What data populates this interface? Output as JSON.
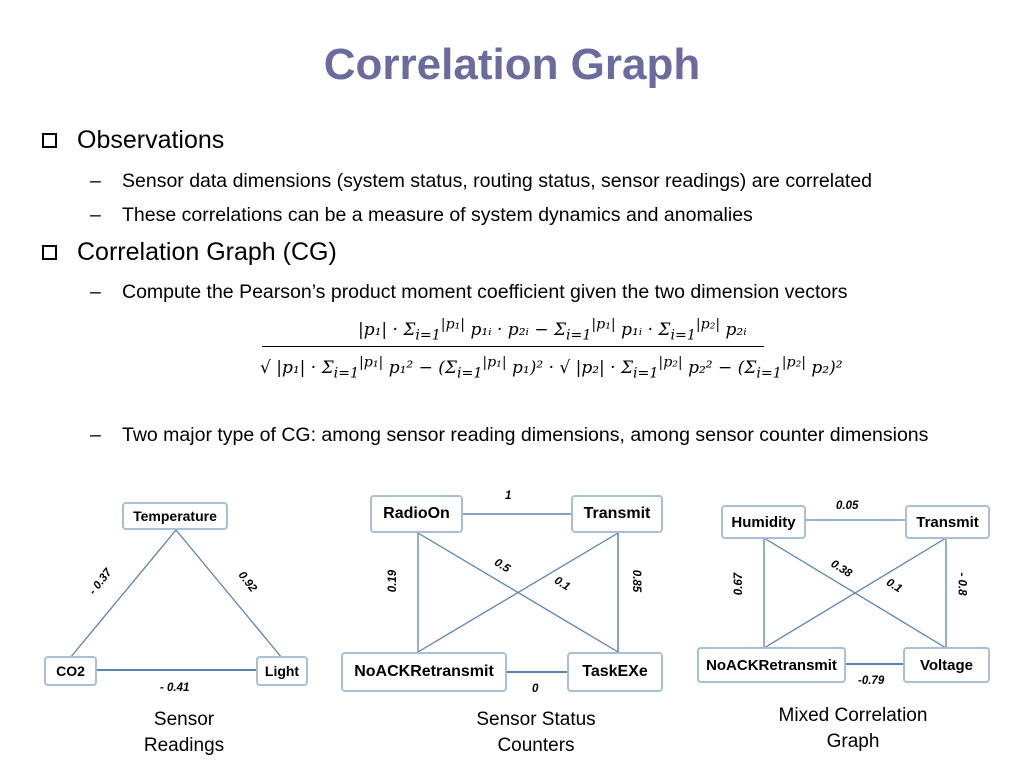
{
  "title": "Correlation Graph",
  "bullets": [
    {
      "label": "Observations",
      "subs": [
        "Sensor data dimensions (system status, routing status, sensor readings) are correlated",
        "These correlations can be a measure of system dynamics and anomalies"
      ]
    },
    {
      "label": "Correlation Graph (CG)",
      "subs": [
        "Compute the Pearson’s product moment coefficient given the two dimension vectors",
        "Two major type of CG:  among sensor reading dimensions, among sensor counter dimensions"
      ]
    }
  ],
  "dash": "–",
  "graphs": [
    {
      "caption": [
        "Sensor",
        "Readings"
      ],
      "nodes": [
        "Temperature",
        "CO2",
        "Light"
      ],
      "edges": [
        "- 0.37",
        "0.92",
        "- 0.41"
      ]
    },
    {
      "caption": [
        "Sensor Status",
        "Counters"
      ],
      "nodes": [
        "RadioOn",
        "Transmit",
        "NoACKRetransmit",
        "TaskEXe"
      ],
      "edges": [
        "1",
        "0.19",
        "0.5",
        "0.1",
        "0.85",
        "0"
      ]
    },
    {
      "caption": [
        "Mixed Correlation",
        "Graph"
      ],
      "nodes": [
        "Humidity",
        "Transmit",
        "NoACKRetransmit",
        "Voltage"
      ],
      "edges": [
        "0.05",
        "0.67",
        "0.38",
        "0.1",
        "- 0.8",
        "-0.79"
      ]
    }
  ],
  "colors": {
    "title": "#6b6b9e",
    "edge": "#5b82b0",
    "node_border": "#a9bfd8"
  }
}
